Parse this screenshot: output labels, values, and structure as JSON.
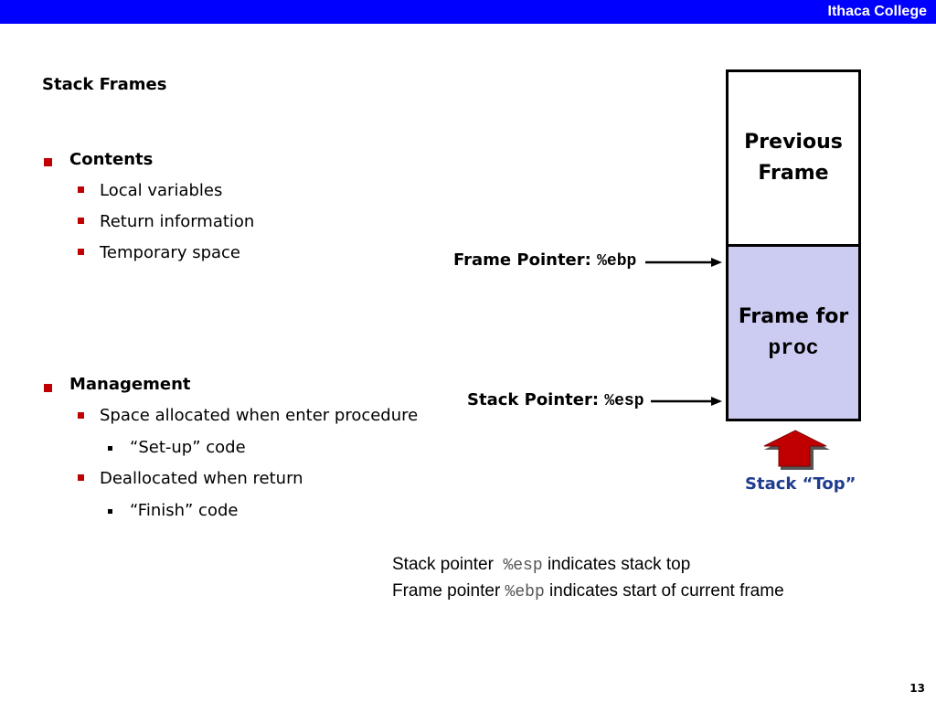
{
  "header": {
    "brand": "Ithaca College"
  },
  "slide": {
    "title": "Stack Frames",
    "contents": {
      "heading": "Contents",
      "items": [
        "Local variables",
        "Return information",
        "Temporary space"
      ]
    },
    "management": {
      "heading": "Management",
      "item1": "Space allocated when enter procedure",
      "item1_sub": "“Set-up” code",
      "item2": "Deallocated when return",
      "item2_sub": "“Finish” code"
    },
    "diagram": {
      "prev_frame_line1": "Previous",
      "prev_frame_line2": "Frame",
      "cur_frame_line1": "Frame for",
      "cur_frame_line2": "proc",
      "frame_pointer_label": "Frame Pointer: ",
      "frame_pointer_reg": "%ebp",
      "stack_pointer_label": "Stack Pointer: ",
      "stack_pointer_reg": "%esp",
      "stack_top_label": "Stack “Top”",
      "colors": {
        "current_frame": "#ccccf2",
        "up_arrow": "#c00000",
        "stack_top_text": "#1f3c8f"
      }
    },
    "note": {
      "line1_pre": "Stack pointer  ",
      "line1_reg": "%esp",
      "line1_post": " indicates stack top",
      "line2_pre": "Frame pointer ",
      "line2_reg": "%ebp",
      "line2_post": " indicates start of current frame"
    },
    "page_number": "13"
  }
}
